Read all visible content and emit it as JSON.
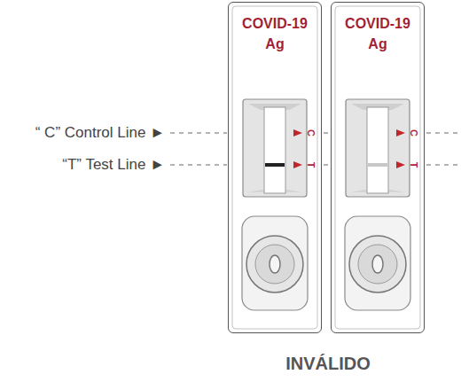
{
  "diagram": {
    "caption": "INVÁLIDO",
    "nodes": [
      {
        "text": [
          "COVID-19 Ag"
        ]
      },
      {
        "text": [
          "COVID-19 Ag"
        ]
      }
    ],
    "labels": [
      "“ C” Control Line ►",
      "C",
      "C",
      "“T” Test Line ►",
      "T",
      "T"
    ]
  }
}
